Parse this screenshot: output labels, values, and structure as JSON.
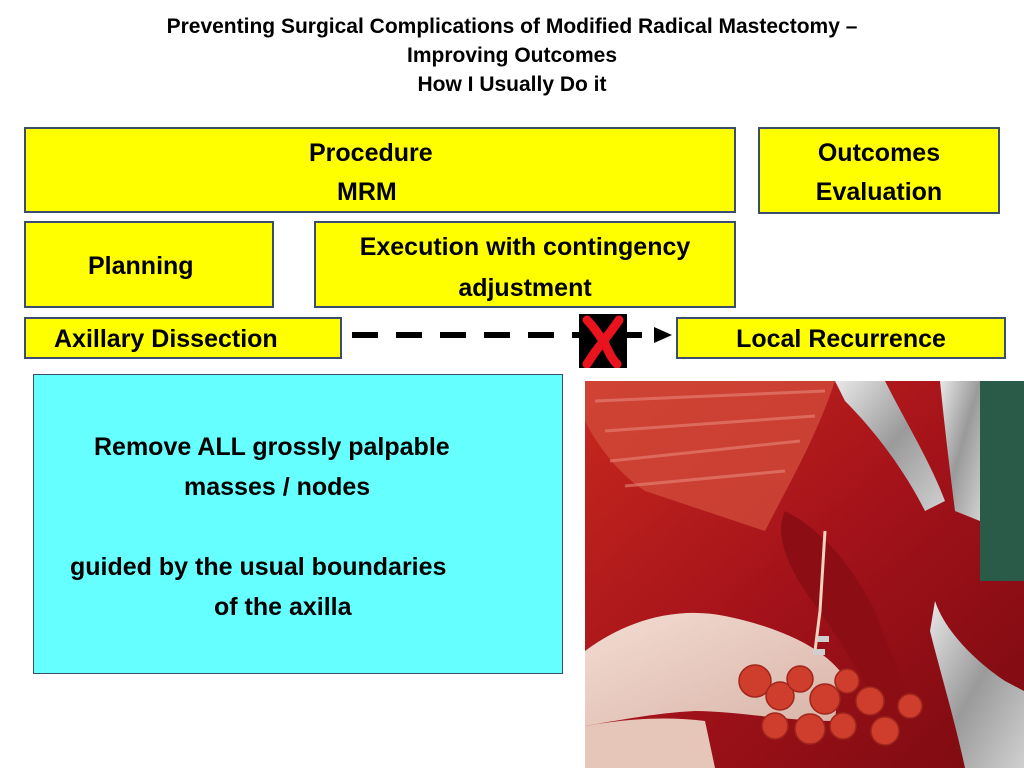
{
  "title": {
    "line1": "Preventing Surgical Complications of Modified Radical Mastectomy –",
    "line2": "Improving Outcomes",
    "line3": "How I Usually Do it"
  },
  "boxes": {
    "procedure": {
      "line1": "Procedure",
      "line2": "MRM"
    },
    "outcomes": {
      "line1": "Outcomes",
      "line2": "Evaluation"
    },
    "planning": "Planning",
    "execution": {
      "line1": "Execution with contingency",
      "line2": "adjustment"
    },
    "axillary": "Axillary Dissection",
    "local": "Local Recurrence"
  },
  "cyan_box": {
    "line1": "Remove ALL grossly palpable",
    "line2": "masses / nodes",
    "line3": "guided by the usual boundaries",
    "line4": "of the axilla"
  },
  "colors": {
    "box_yellow": "#ffff00",
    "box_cyan": "#66ffff",
    "cross_red": "#e8131c"
  },
  "icons": {
    "blocked": "red-x-icon",
    "arrowhead": "arrow-right-icon"
  }
}
